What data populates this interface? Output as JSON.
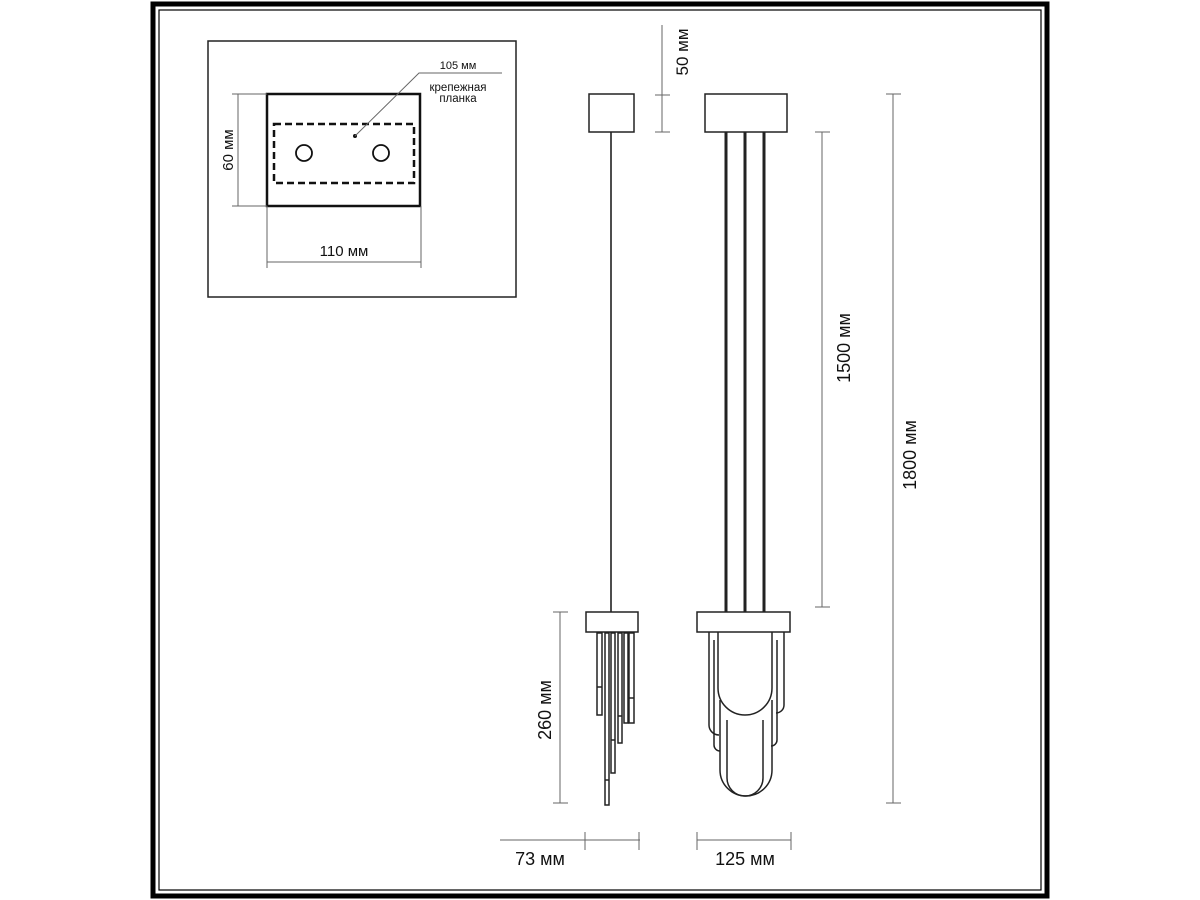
{
  "inset": {
    "width_label": "110 мм",
    "height_label": "60 мм",
    "bracket_size_label": "105 мм",
    "bracket_label_line1": "крепежная",
    "bracket_label_line2": "планка"
  },
  "dimensions": {
    "canopy_height": "50 мм",
    "cable_length": "1500 мм",
    "total_height": "1800 мм",
    "shade_height": "260 мм",
    "side_width": "73 мм",
    "front_width": "125 мм"
  }
}
